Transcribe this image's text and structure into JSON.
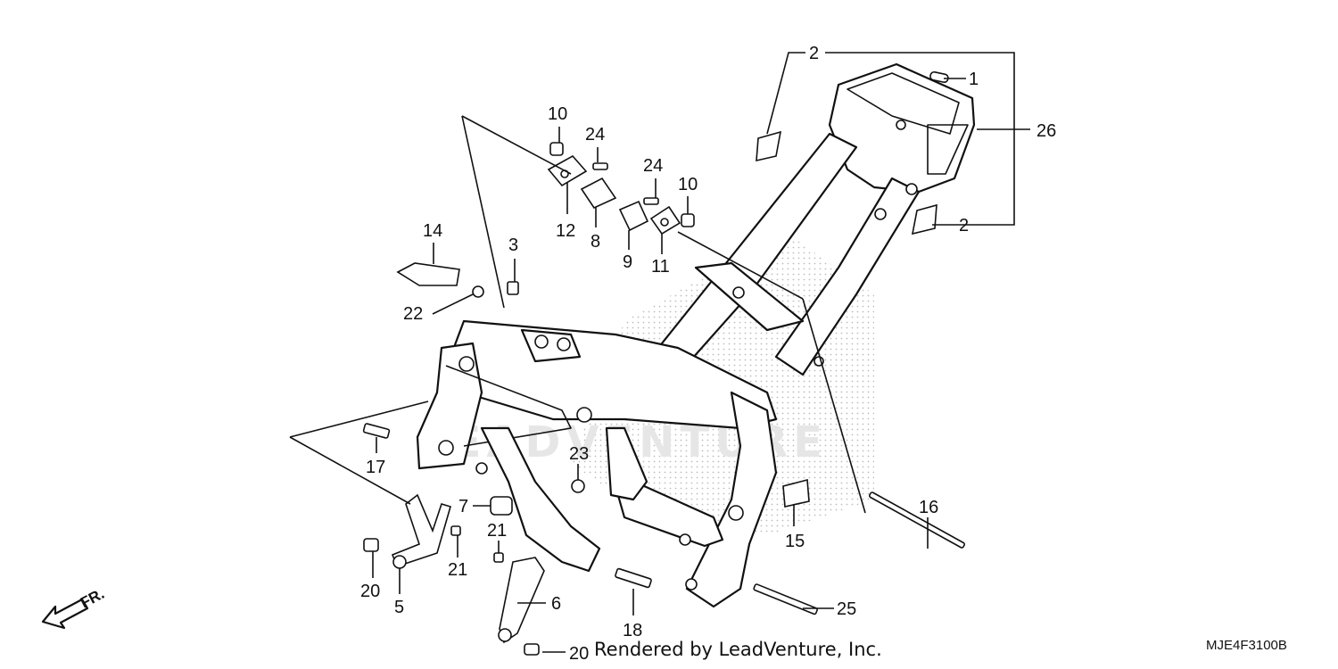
{
  "diagram": {
    "labels": {
      "p1": "1",
      "p2a": "2",
      "p2b": "2",
      "p3": "3",
      "p5": "5",
      "p6": "6",
      "p7": "7",
      "p8": "8",
      "p9": "9",
      "p10a": "10",
      "p10b": "10",
      "p11": "11",
      "p12": "12",
      "p14": "14",
      "p15": "15",
      "p16": "16",
      "p17": "17",
      "p18": "18",
      "p20a": "20",
      "p20b": "20",
      "p21a": "21",
      "p21b": "21",
      "p22": "22",
      "p23": "23",
      "p24a": "24",
      "p24b": "24",
      "p25": "25",
      "p26": "26"
    },
    "direction_label": "FR.",
    "watermark": "LEADVENTURE",
    "credit": "Rendered by LeadVenture, Inc.",
    "diagram_code": "MJE4F3100B"
  }
}
